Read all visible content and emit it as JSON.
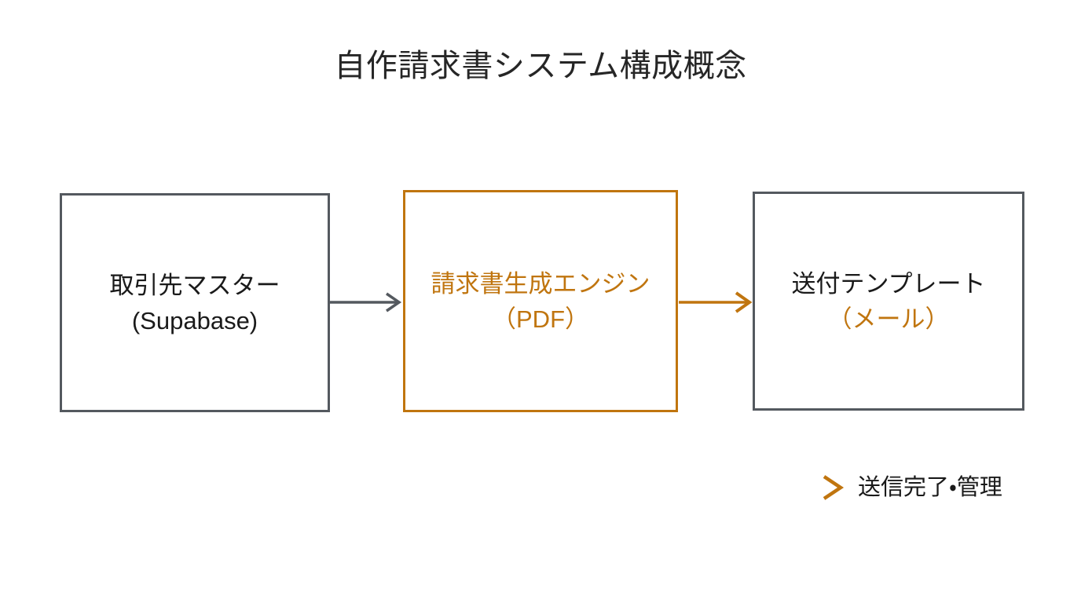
{
  "diagram": {
    "title": "自作請求書システム構成概念",
    "title_color": "#262626",
    "background_color": "#ffffff",
    "accent_color": "#C0750F",
    "neutral_color": "#54595F",
    "nodes": [
      {
        "id": "master",
        "line1": "取引先マスター",
        "line2": "(Supabase)",
        "border_color": "#54595F",
        "text_color": "#1a1a1a"
      },
      {
        "id": "engine",
        "line1": "請求書生成エンジン",
        "line2": "（PDF）",
        "border_color": "#C0750F",
        "text_color": "#C0750F"
      },
      {
        "id": "template",
        "line1": "送付テンプレート",
        "line2": "（メール）",
        "border_color": "#54595F",
        "text_color": "#1a1a1a",
        "line2_color": "#C0750F"
      }
    ],
    "connectors": [
      {
        "id": "master-to-engine",
        "color": "#54595F"
      },
      {
        "id": "engine-to-template",
        "color": "#C0750F"
      },
      {
        "id": "bottom-flow",
        "color_start": "#54595F",
        "color_end": "#C0750F"
      }
    ],
    "flow_label": "送信完了・管理"
  }
}
